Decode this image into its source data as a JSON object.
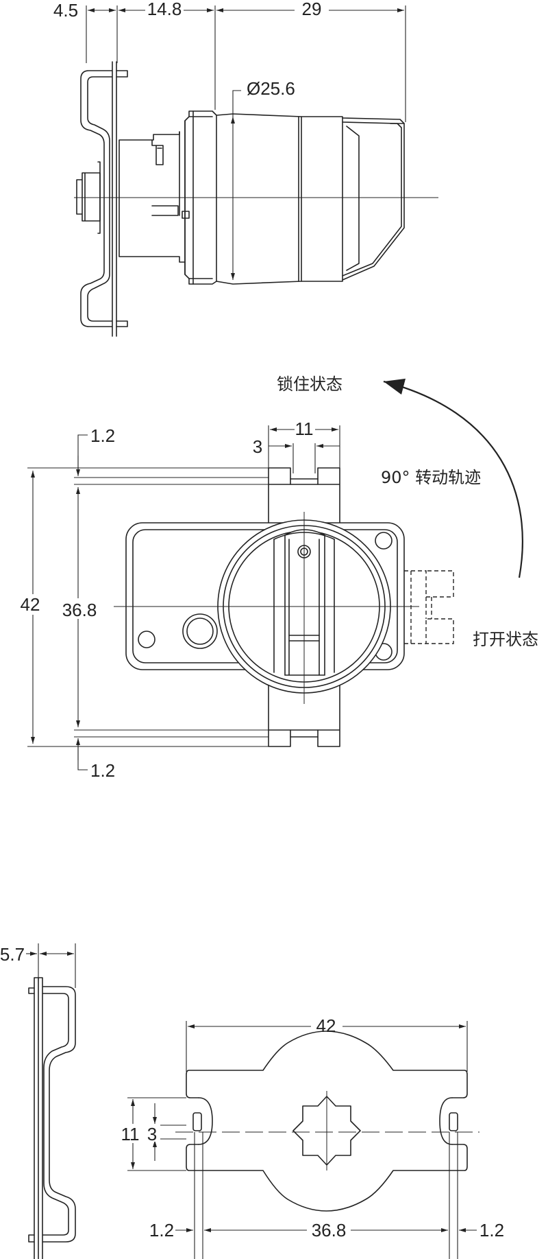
{
  "side_view": {
    "dim_flange": "4.5",
    "dim_body": "14.8",
    "dim_total": "29",
    "dim_diameter": "Ø25.6"
  },
  "front_view": {
    "label_locked": "锁住状态",
    "label_rotation": "90° 转动轨迹",
    "label_open": "打开状态",
    "dim_slot_width": "11",
    "dim_slot_inner": "3",
    "dim_height": "42",
    "dim_inner": "36.8",
    "dim_top_thickness": "1.2",
    "dim_bottom_thickness": "1.2"
  },
  "bracket_view": {
    "dim_depth": "5.7",
    "dim_length": "42",
    "dim_hole_spacing": "36.8",
    "dim_left_thickness": "1.2",
    "dim_right_thickness": "1.2",
    "dim_height": "11",
    "dim_slot": "3"
  }
}
